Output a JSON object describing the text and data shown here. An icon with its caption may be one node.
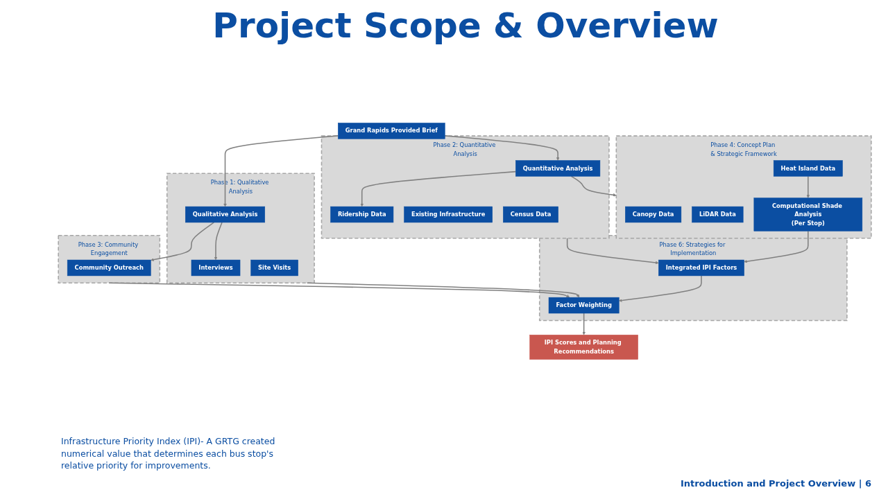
{
  "diagram": {
    "title": "Project Scope & Overview",
    "nodes": [
      {
        "text": [
          "Grand Rapids Provided Brief"
        ]
      },
      {
        "text": [
          "Phase 1: Qualitative Analysis"
        ]
      },
      {
        "text": [
          "Qualitative Analysis"
        ],
        "in": 1
      },
      {
        "text": [
          "Interviews"
        ],
        "in": 1
      },
      {
        "text": [
          "Site Visits"
        ],
        "in": 1
      },
      {
        "text": [
          "Phase 3: Community Engagement"
        ]
      },
      {
        "text": [
          "Community Outreach"
        ],
        "in": 5
      },
      {
        "text": [
          "Phase 2: Quantitative Analysis"
        ]
      },
      {
        "text": [
          "Quantitative Analysis"
        ],
        "in": 7
      },
      {
        "text": [
          "Ridership Data"
        ],
        "in": 7
      },
      {
        "text": [
          "Existing Infrastructure"
        ],
        "in": 7
      },
      {
        "text": [
          "Census Data"
        ],
        "in": 7
      },
      {
        "text": [
          "Phase 4: Concept Plan & Strategic Framework"
        ]
      },
      {
        "text": [
          "Canopy Data"
        ],
        "in": 12
      },
      {
        "text": [
          "LiDAR Data"
        ],
        "in": 12
      },
      {
        "text": [
          "Heat Island Data"
        ],
        "in": 12
      },
      {
        "text": [
          "Computational Shade Analysis",
          "(Per Stop)"
        ],
        "in": 12
      },
      {
        "text": [
          "Phase 6: Strategies for Implementation"
        ]
      },
      {
        "text": [
          "Integrated IPI Factors"
        ],
        "in": 17
      },
      {
        "text": [
          "Factor Weighting"
        ],
        "in": 17
      },
      {
        "text": [
          "IPI Scores and Planning Recommendations"
        ]
      }
    ],
    "edges": [
      {
        "from": 0,
        "to": 2,
        "arrow": "to"
      },
      {
        "from": 0,
        "to": 8,
        "arrow": "to"
      },
      {
        "from": 2,
        "to": 3,
        "arrow": "to"
      },
      {
        "from": 2,
        "to": 6,
        "arrow": "to"
      },
      {
        "from": 8,
        "to": 9,
        "arrow": "to"
      },
      {
        "from": 8,
        "to": 12,
        "arrow": "to"
      },
      {
        "from": 15,
        "to": 16,
        "arrow": "to"
      },
      {
        "from": 1,
        "to": 19,
        "arrow": "to"
      },
      {
        "from": 5,
        "to": 19,
        "arrow": "to"
      },
      {
        "from": 7,
        "to": 18,
        "arrow": "to"
      },
      {
        "from": 16,
        "to": 18,
        "arrow": "to"
      },
      {
        "from": 18,
        "to": 19,
        "arrow": "to"
      },
      {
        "from": 19,
        "to": 20,
        "arrow": "to"
      }
    ],
    "labels": [
      "Infrastructure Priority Index (IPI)- A GRTG created  numerical value that determines each bus stop's relative priority for improvements.",
      "Introduction and Project Overview | 6"
    ]
  }
}
